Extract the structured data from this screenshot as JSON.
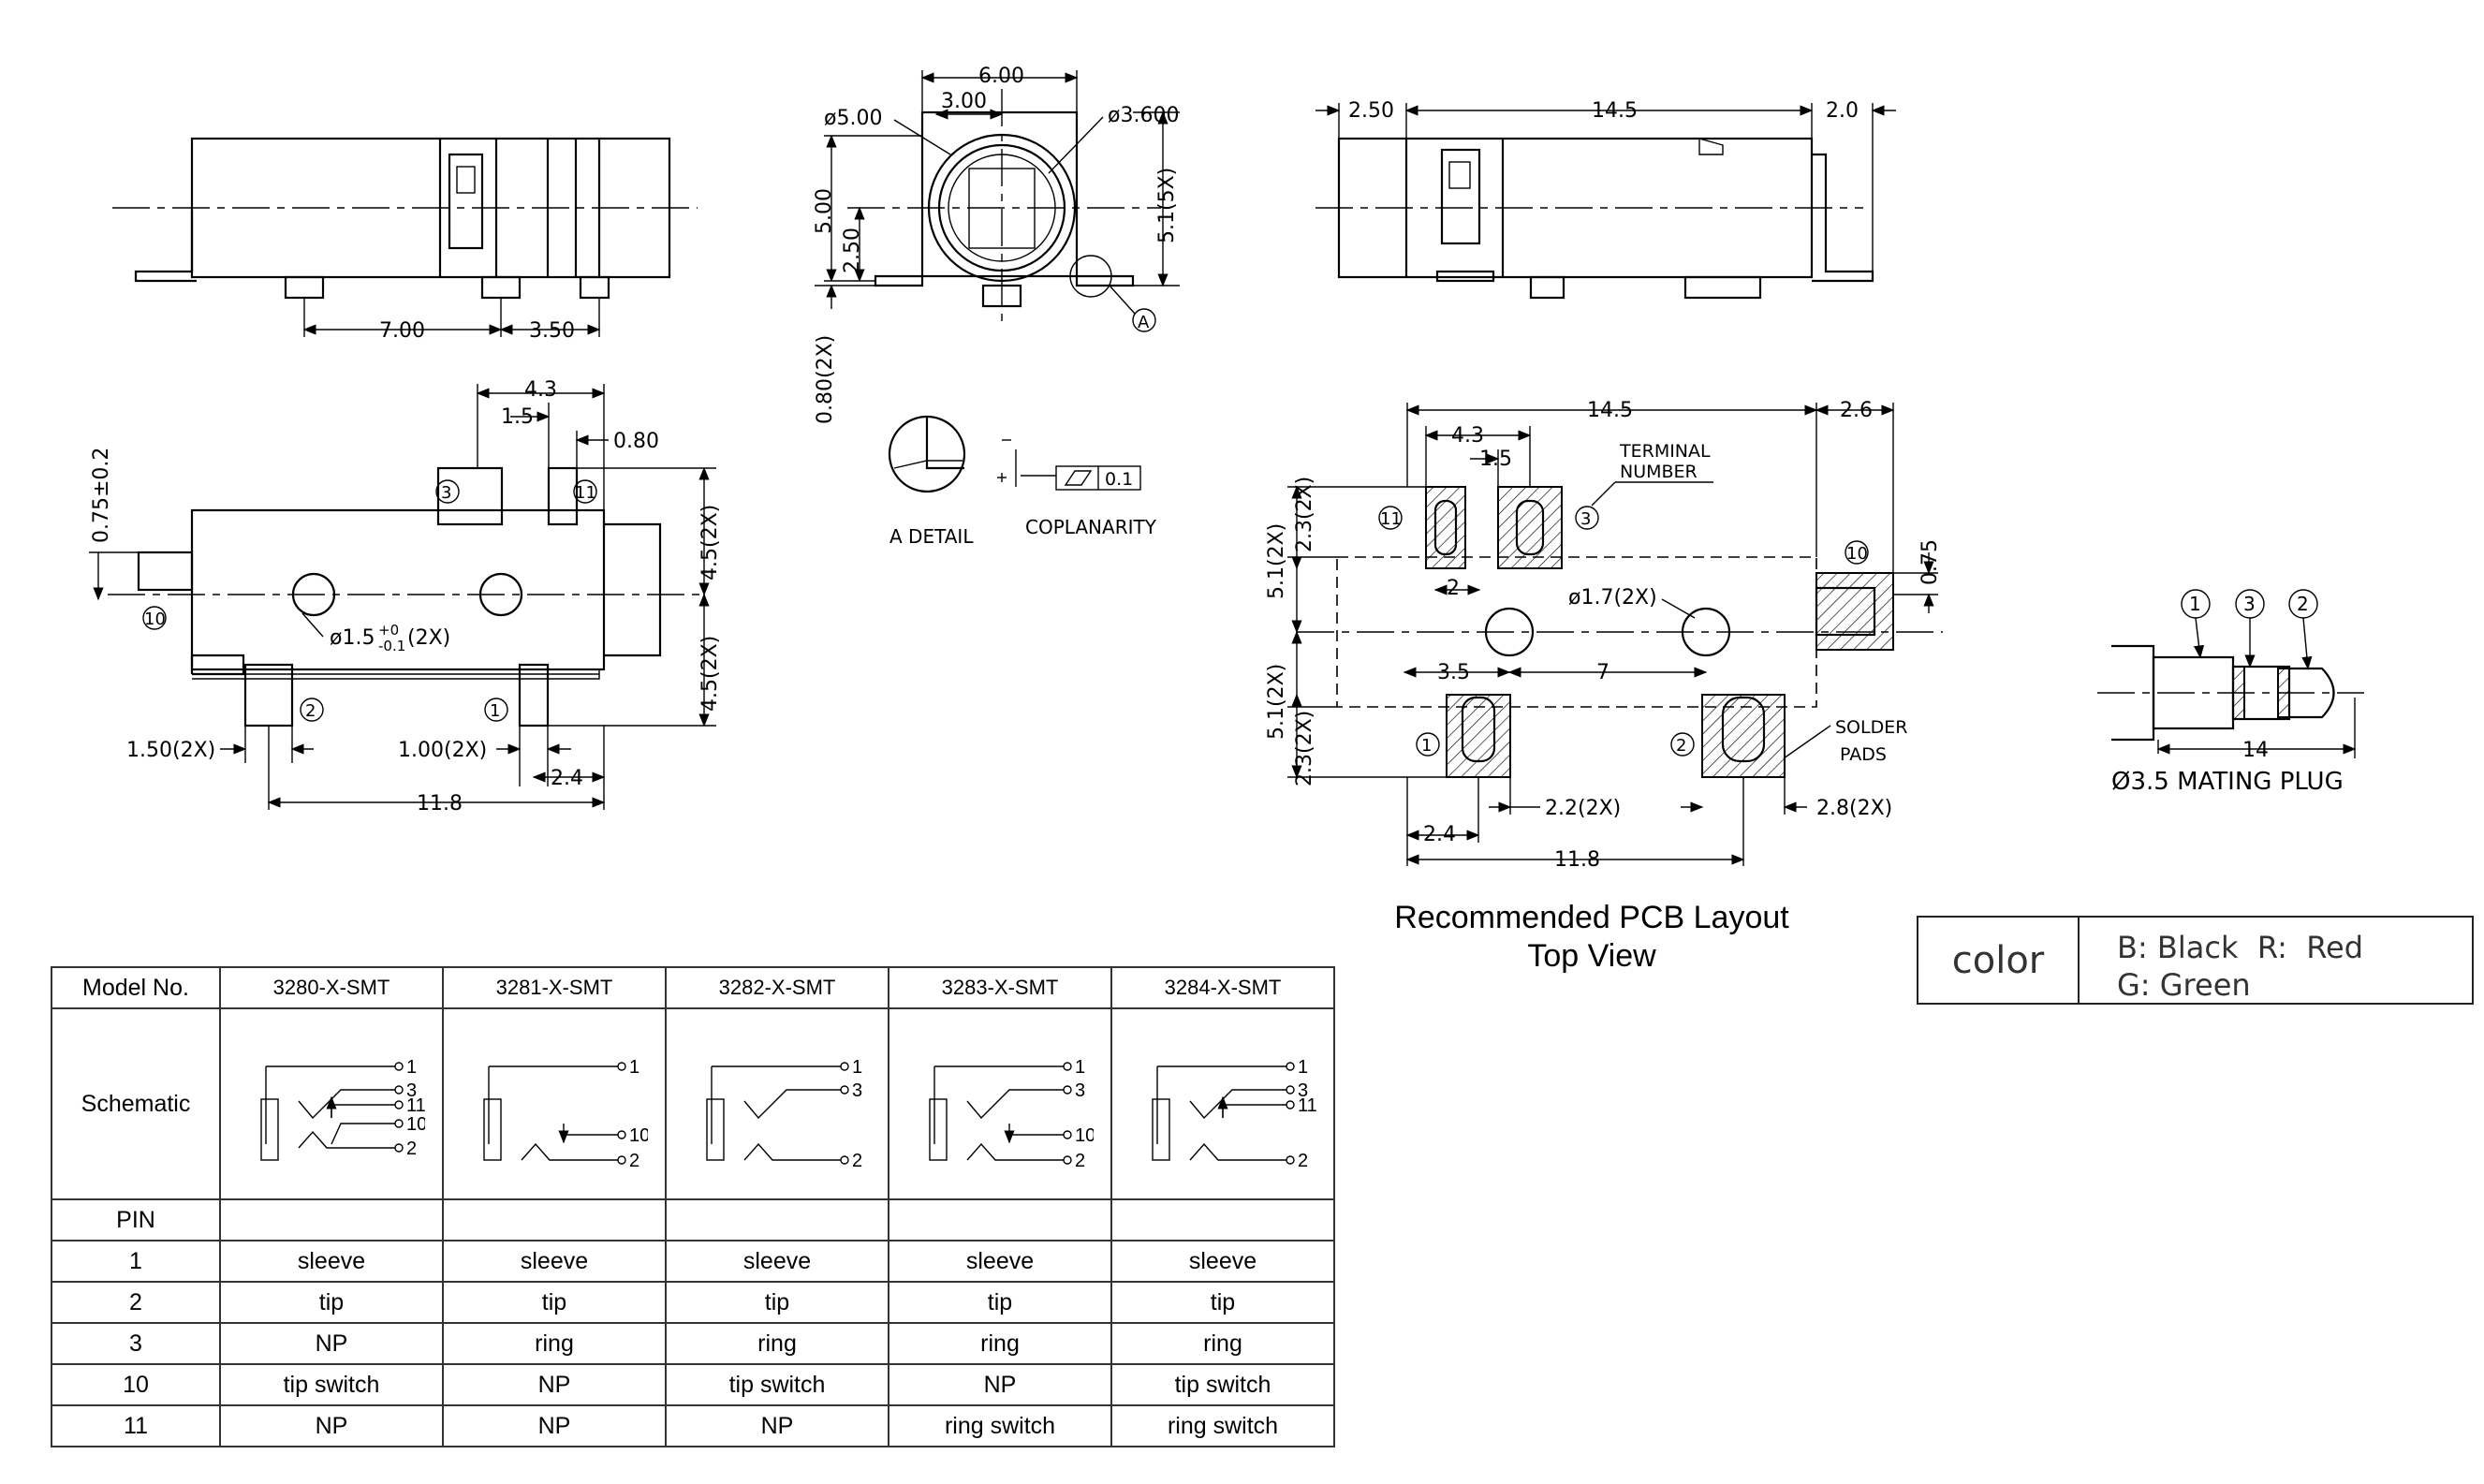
{
  "side_view_top": {
    "dims": [
      "7.00",
      "3.50"
    ]
  },
  "front_view": {
    "dims": [
      "6.00",
      "3.00",
      "ø5.00",
      "ø3.600",
      "5.00",
      "2.50",
      "5.1(5X)",
      "0.80(2X)"
    ],
    "detail_ref": "A"
  },
  "side_view_right": {
    "dims": [
      "2.50",
      "14.5",
      "2.0"
    ]
  },
  "top_view": {
    "dims": [
      "4.3",
      "1.5",
      "0.80",
      "0.75±0.2",
      "4.5(2X)",
      "4.5(2X)",
      "1.50(2X)",
      "1.00(2X)",
      "2.4",
      "11.8"
    ],
    "hole_callout": "ø1.5",
    "hole_tol_upper": "+0",
    "hole_tol_lower": "-0.1",
    "hole_count": "(2X)",
    "pins": [
      "3",
      "11",
      "10",
      "2",
      "1"
    ]
  },
  "detail": {
    "label": "A DETAIL",
    "coplanarity_label": "COPLANARITY",
    "coplanarity_value": "0.1"
  },
  "pcb_layout": {
    "dims": [
      "14.5",
      "2.6",
      "4.3",
      "1.5",
      "2",
      "ø1.7(2X)",
      "0.75",
      "3.5",
      "7",
      "2.3(2X)",
      "5.1(2X)",
      "5.1(2X)",
      "2.3(2X)",
      "2.2(2X)",
      "2.8(2X)",
      "2.4",
      "11.8"
    ],
    "terminal_label_line1": "TERMINAL",
    "terminal_label_line2": "NUMBER",
    "solder_label_line1": "SOLDER",
    "solder_label_line2": "PADS",
    "pins": [
      "11",
      "3",
      "10",
      "1",
      "2"
    ],
    "title_line1": "Recommended PCB Layout",
    "title_line2": "Top View"
  },
  "plug": {
    "pins": [
      "1",
      "3",
      "2"
    ],
    "length": "14",
    "caption": "Ø3.5 MATING PLUG"
  },
  "color_box": {
    "label": "color",
    "line1": "B: Black  R:  Red",
    "line2": "G: Green"
  },
  "table": {
    "corner_header": "Model No.",
    "models": [
      "3280-X-SMT",
      "3281-X-SMT",
      "3282-X-SMT",
      "3283-X-SMT",
      "3284-X-SMT"
    ],
    "schematic_label": "Schematic",
    "schematic_pins": [
      [
        "1",
        "3",
        "11",
        "10",
        "2"
      ],
      [
        "1",
        "10",
        "2"
      ],
      [
        "1",
        "3",
        "2"
      ],
      [
        "1",
        "3",
        "10",
        "2"
      ],
      [
        "1",
        "3",
        "11",
        "2"
      ]
    ],
    "pin_header": "PIN",
    "rows": [
      {
        "pin": "1",
        "values": [
          "sleeve",
          "sleeve",
          "sleeve",
          "sleeve",
          "sleeve"
        ]
      },
      {
        "pin": "2",
        "values": [
          "tip",
          "tip",
          "tip",
          "tip",
          "tip"
        ]
      },
      {
        "pin": "3",
        "values": [
          "NP",
          "ring",
          "ring",
          "ring",
          "ring"
        ]
      },
      {
        "pin": "10",
        "values": [
          "tip switch",
          "NP",
          "tip switch",
          "NP",
          "tip switch"
        ]
      },
      {
        "pin": "11",
        "values": [
          "NP",
          "NP",
          "NP",
          "ring switch",
          "ring switch"
        ]
      }
    ]
  }
}
